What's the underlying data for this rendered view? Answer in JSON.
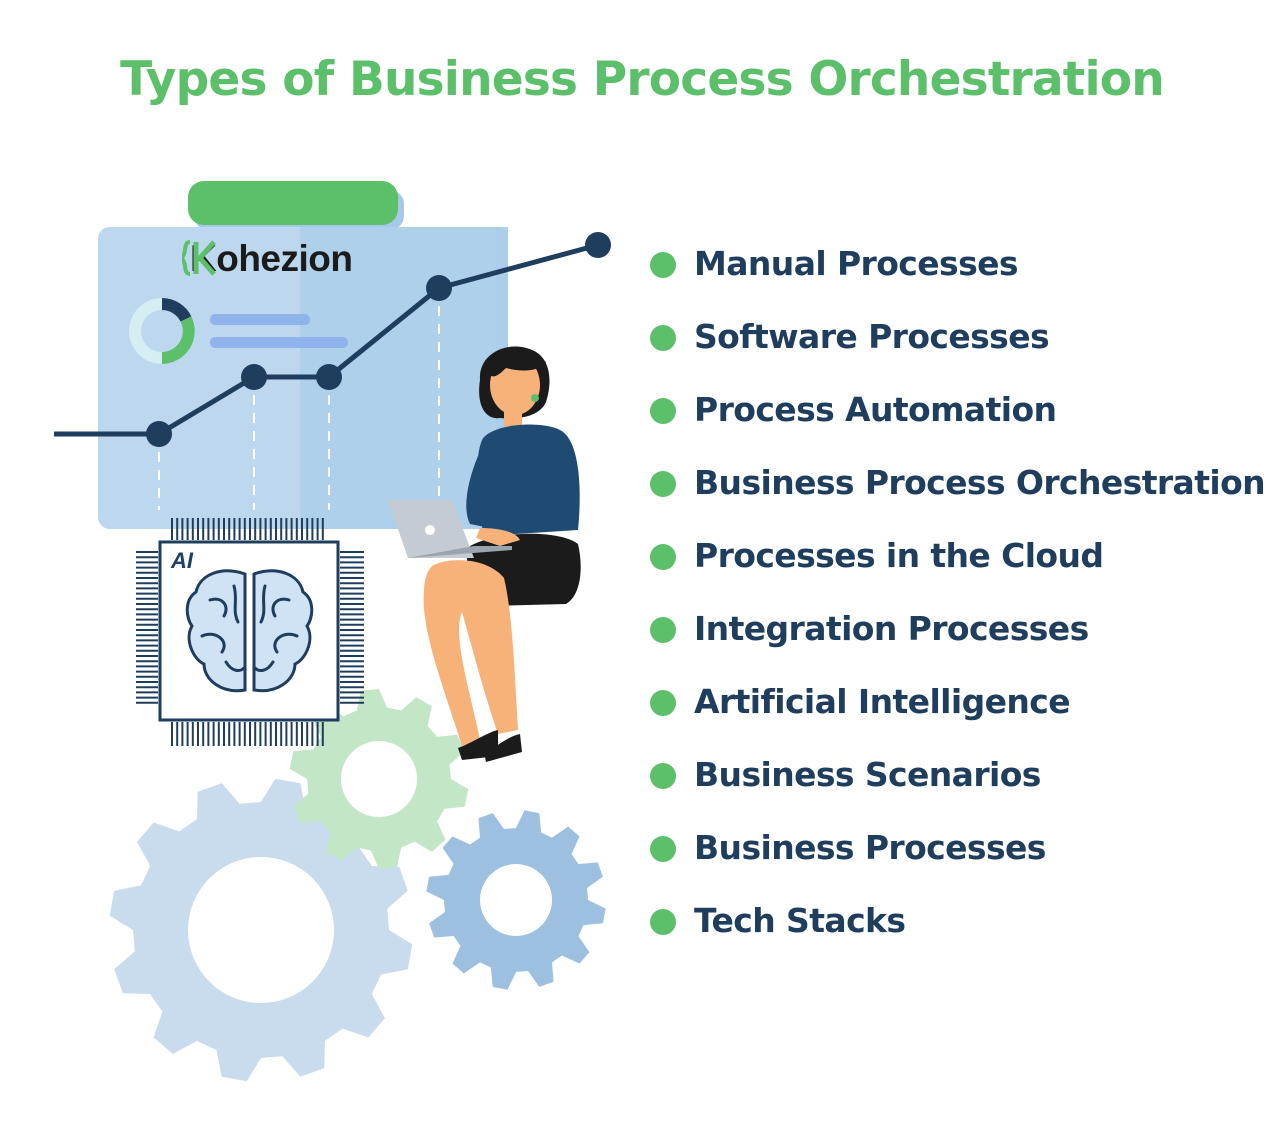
{
  "title": "Types of Business Process Orchestration",
  "brand": {
    "name": "Kohezion",
    "logo_icon": "kohezion-logo-icon"
  },
  "chip_label": "AI",
  "colors": {
    "title": "#5cbf6a",
    "bullet": "#5cbf6a",
    "text": "#1f3d5c",
    "panel": "#bcd7ee",
    "chart_line": "#1f3d5c",
    "gear_light": "#c9dcee",
    "gear_green": "#c3e6c7",
    "gear_blue": "#9dbfe0"
  },
  "items": [
    {
      "label": "Manual Processes"
    },
    {
      "label": "Software Processes"
    },
    {
      "label": "Process Automation"
    },
    {
      "label": "Business Process Orchestration"
    },
    {
      "label": "Processes in the Cloud"
    },
    {
      "label": "Integration Processes"
    },
    {
      "label": "Artificial Intelligence"
    },
    {
      "label": "Business Scenarios"
    },
    {
      "label": "Business Processes"
    },
    {
      "label": "Tech Stacks"
    }
  ],
  "illustration_icons": [
    "dashboard-panel",
    "donut-chart-icon",
    "line-chart-icon",
    "ai-chip-icon",
    "brain-icon",
    "woman-with-laptop",
    "gear-icon"
  ]
}
